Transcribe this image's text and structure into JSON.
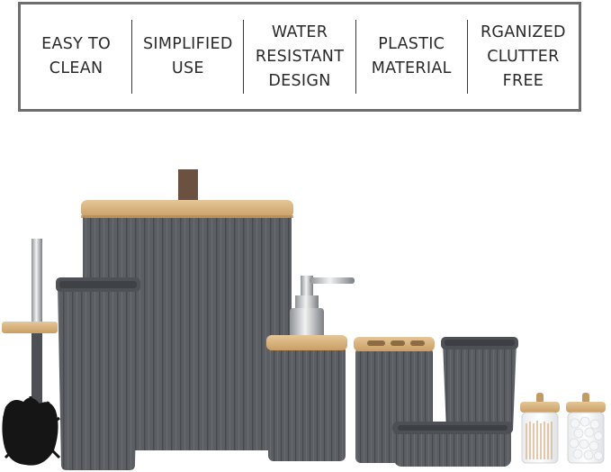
{
  "features": [
    {
      "text": "EASY TO\nCLEAN"
    },
    {
      "text": "SIMPLIFIED\nUSE"
    },
    {
      "text": "WATER\nRESISTANT\nDESIGN"
    },
    {
      "text": "PLASTIC\nMATERIAL"
    },
    {
      "text": "RGANIZED\nCLUTTER\nFREE"
    }
  ],
  "colors": {
    "body_gray": "#5b5f63",
    "bamboo": "#d9b482",
    "frame_border": "#6e6e6e"
  }
}
